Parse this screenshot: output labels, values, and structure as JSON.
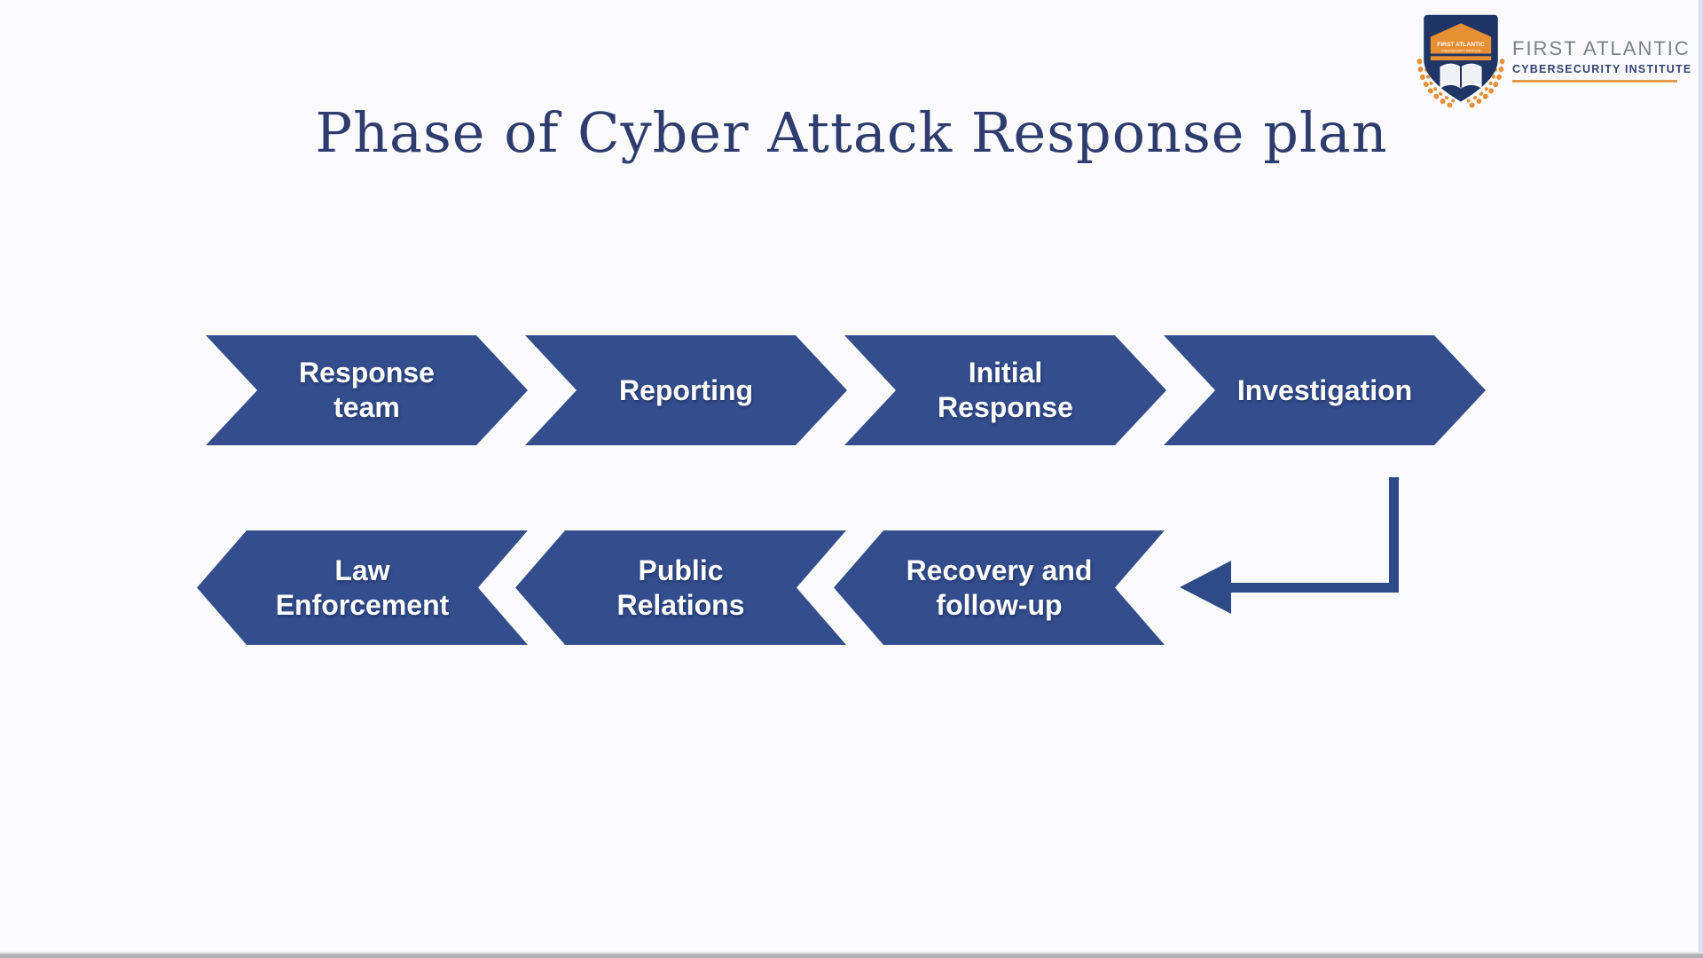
{
  "slide": {
    "title": "Phase of Cyber Attack Response plan"
  },
  "branding": {
    "name": "FIRST ATLANTIC",
    "subtitle": "CYBERSECURITY INSTITUTE",
    "shield_banner_line1": "FIRST ATLANTIC",
    "shield_banner_line2": "CYBERSECURITY INSTITUTE"
  },
  "flow": {
    "top_row": [
      {
        "label": "Response team",
        "lines": [
          "Response",
          "team"
        ]
      },
      {
        "label": "Reporting",
        "lines": [
          "Reporting"
        ]
      },
      {
        "label": "Initial Response",
        "lines": [
          "Initial",
          "Response"
        ]
      },
      {
        "label": "Investigation",
        "lines": [
          "Investigation"
        ]
      }
    ],
    "bottom_row": [
      {
        "label": "Recovery and follow-up",
        "lines": [
          "Recovery and",
          "follow-up"
        ]
      },
      {
        "label": "Public Relations",
        "lines": [
          "Public",
          "Relations"
        ]
      },
      {
        "label": "Law Enforcement",
        "lines": [
          "Law",
          "Enforcement"
        ]
      }
    ]
  },
  "icons": {
    "return_arrow": "elbow-arrow-left"
  },
  "colors": {
    "chevron_fill": "#334d8d",
    "connector": "#2e4a87",
    "title_text": "#2e3c6e",
    "background": "#fbfbfd",
    "logo_shield_navy": "#1e3566",
    "logo_orange": "#e78f33",
    "logo_name_gray": "#7b8087",
    "logo_subtitle_navy": "#334170"
  }
}
